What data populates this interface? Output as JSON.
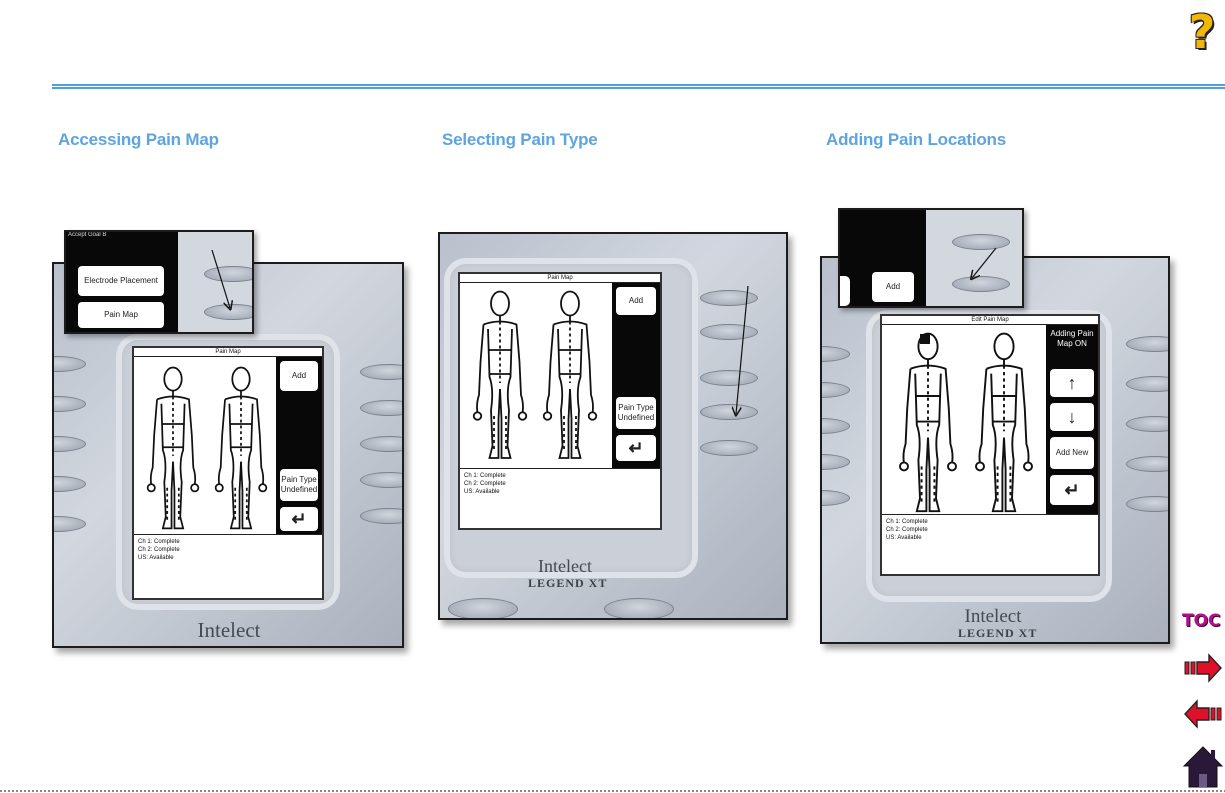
{
  "help": {
    "label": "?"
  },
  "headings": {
    "accessing": "Accessing Pain Map",
    "selecting": "Selecting Pain Type",
    "adding": "Adding Pain Locations"
  },
  "panel1": {
    "inset_title": "Accept Goal B",
    "inset_buttons": [
      "Electrode Placement",
      "Pain Map"
    ],
    "screen_title": "Pain Map",
    "buttons": [
      "Add",
      "Pain Type Undefined"
    ],
    "channels": [
      "Ch 1:  Complete",
      "Ch 2:  Complete",
      "US:     Available"
    ],
    "brand": "Intelect"
  },
  "panel2": {
    "screen_title": "Pain Map",
    "buttons": [
      "Add",
      "Pain Type Undefined"
    ],
    "channels": [
      "Ch 1:  Complete",
      "Ch 2:  Complete",
      "US:     Available"
    ],
    "brand": "Intelect",
    "sub_brand": "LEGEND XT"
  },
  "panel3": {
    "inset_button": "Add",
    "screen_title": "Edit Pain Map",
    "side_label": "Adding Pain Map ON",
    "buttons": [
      "Add New"
    ],
    "channels": [
      "Ch 1:  Complete",
      "Ch 2:  Complete",
      "US:     Available"
    ],
    "brand": "Intelect",
    "sub_brand": "LEGEND XT"
  },
  "nav": {
    "toc": "TOC",
    "next_icon": "next-page-arrow-icon",
    "prev_icon": "previous-page-arrow-icon",
    "home_icon": "home-icon"
  },
  "colors": {
    "heading": "#5ea4de",
    "rule": "#4aa3df",
    "help": "#f2b705",
    "nav_arrow": "#e0102a",
    "toc": "#b70d8f"
  }
}
